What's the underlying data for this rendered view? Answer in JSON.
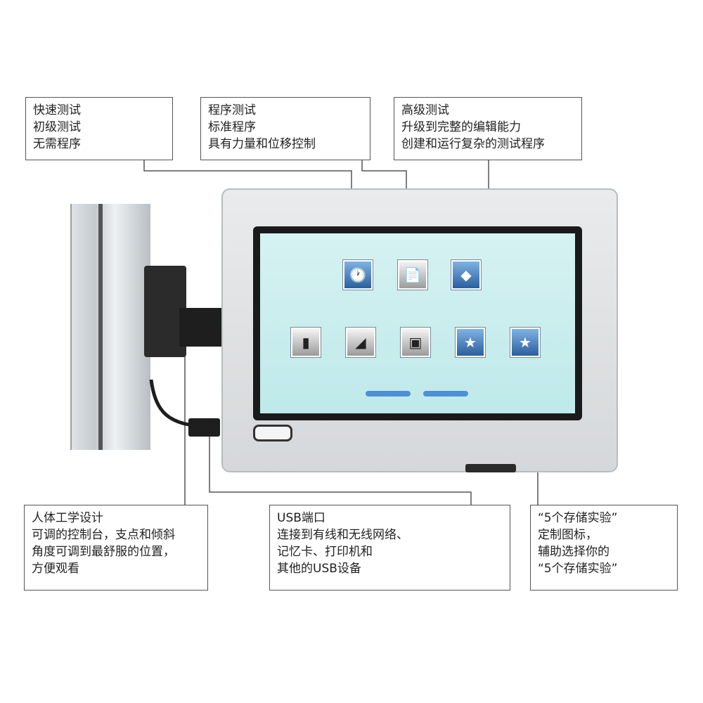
{
  "callouts": {
    "quick_test": {
      "title": "快速测试",
      "lines": [
        "初级测试",
        "无需程序"
      ]
    },
    "program_test": {
      "title": "程序测试",
      "lines": [
        "标准程序",
        "具有力量和位移控制"
      ]
    },
    "advanced_test": {
      "title": "高级测试",
      "lines": [
        "升级到完整的编辑能力",
        "创建和运行复杂的测试程序"
      ]
    },
    "ergonomic": {
      "title": "人体工学设计",
      "lines": [
        "可调的控制台，支点和倾斜",
        "角度可调到最舒服的位置，",
        "方便观看"
      ]
    },
    "usb": {
      "title": "USB端口",
      "lines": [
        "连接到有线和无线网络、",
        "记忆卡、打印机和",
        "其他的USB设备"
      ]
    },
    "favorites": {
      "title": "“5个存储实验”",
      "lines": [
        "定制图标，",
        "辅助选择你的",
        "“5个存储实验”"
      ]
    }
  },
  "screen": {
    "top_icons": [
      "clock-icon",
      "document-icon",
      "advanced-icon"
    ],
    "bottom_icons": [
      "sample-icon",
      "fixture-icon",
      "grip-icon",
      "star-icon",
      "star-icon"
    ],
    "colors": {
      "screen_bg": "#c9eeee",
      "accent": "#2b5f9c"
    }
  }
}
